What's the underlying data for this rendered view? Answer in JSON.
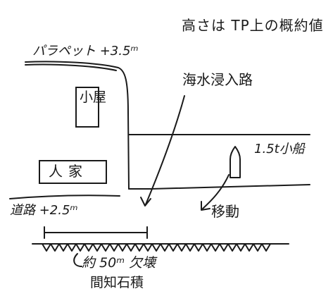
{
  "note": "高さは TP上の概約値",
  "labels": {
    "parapet": "パラペット +3.5ᵐ",
    "hut": "小屋",
    "house": "人家",
    "seawater_intrusion": "海水浸入路",
    "boat": "1.5t小船",
    "road": "道路 +2.5ᵐ",
    "movement": "移動",
    "collapse": "約 50ᵐ 欠壊",
    "wall": "間知石積"
  },
  "colors": {
    "ink": "#1a1a1a",
    "background": "#ffffff"
  }
}
